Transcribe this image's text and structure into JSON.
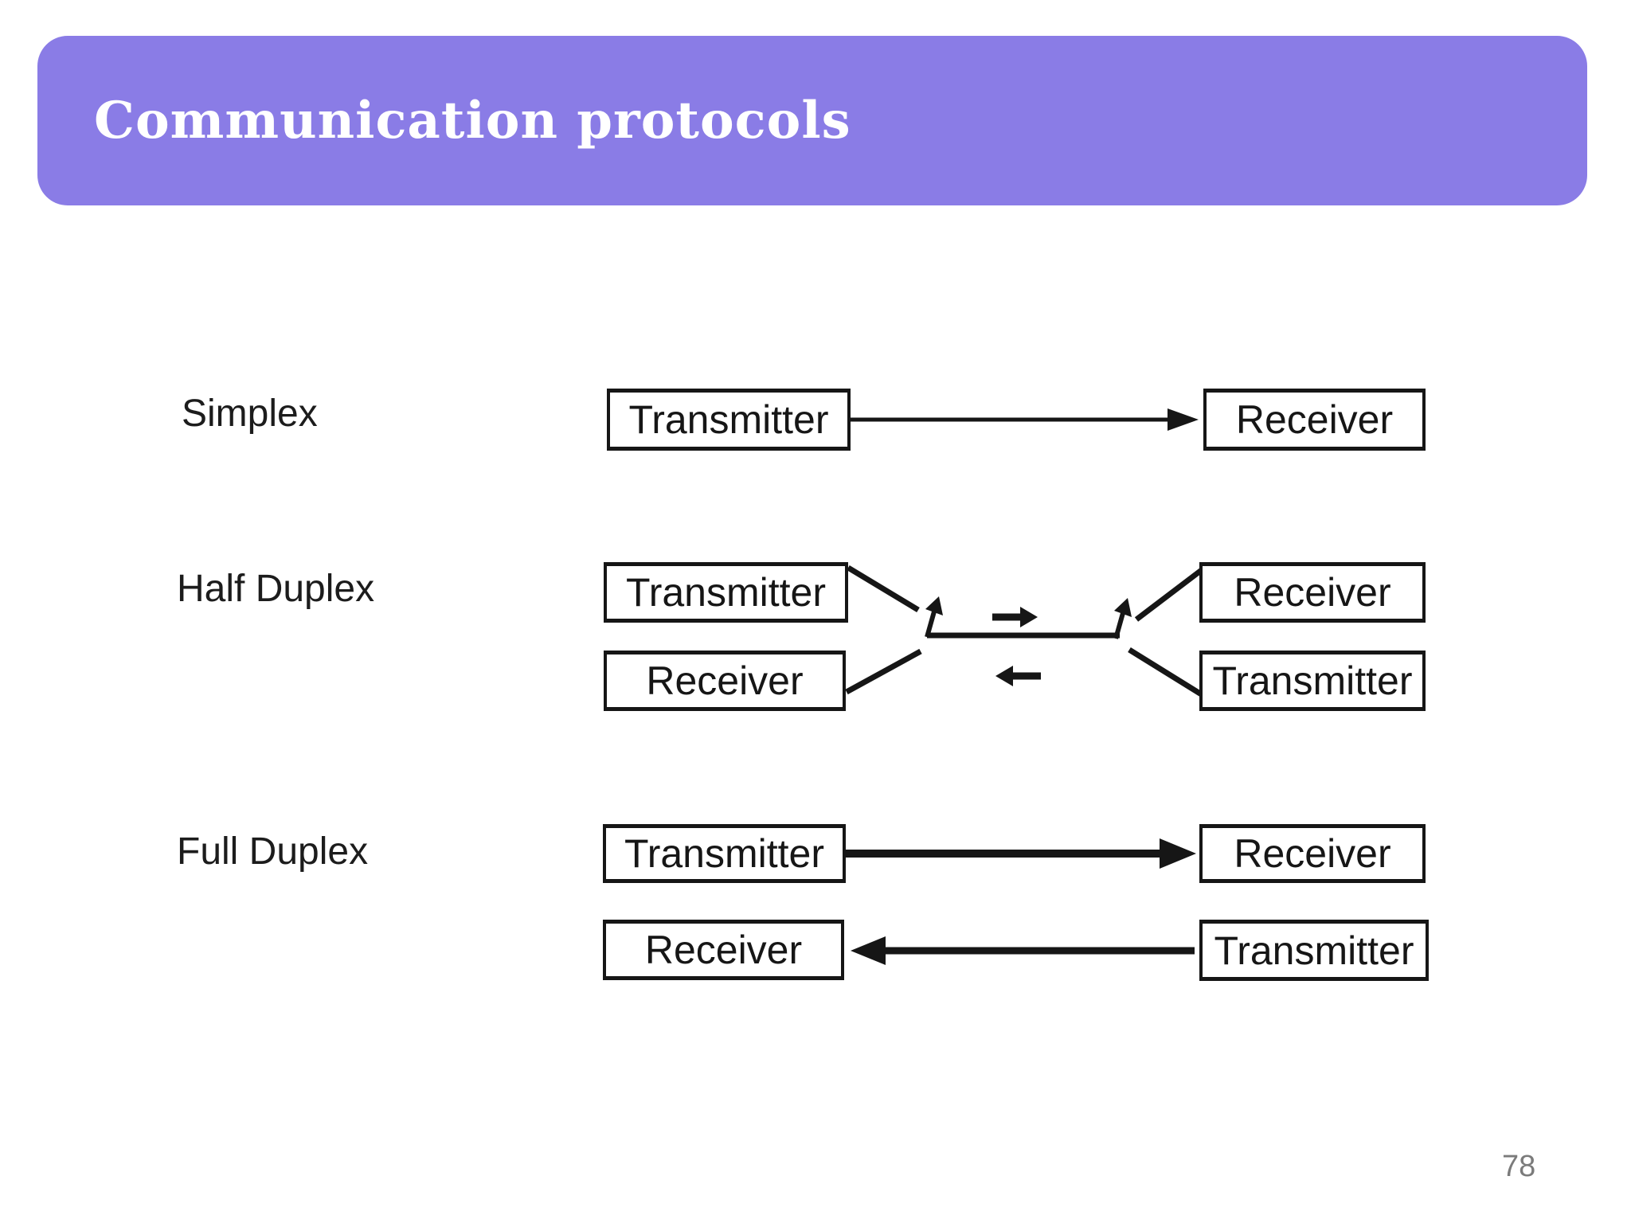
{
  "slide": {
    "title": "Communication protocols",
    "page_number": "78"
  },
  "colors": {
    "background": "#ffffff",
    "banner": "#8a7ce6",
    "title_text": "#ffffff",
    "diagram_ink": "#161616",
    "page_number": "#7b7b7b"
  },
  "diagram": {
    "rows": [
      {
        "label": "Simplex",
        "boxes": {
          "left_top": "Transmitter",
          "right_top": "Receiver"
        }
      },
      {
        "label": "Half Duplex",
        "boxes": {
          "left_top": "Transmitter",
          "left_bottom": "Receiver",
          "right_top": "Receiver",
          "right_bottom": "Transmitter"
        }
      },
      {
        "label": "Full Duplex",
        "boxes": {
          "left_top": "Transmitter",
          "left_bottom": "Receiver",
          "right_top": "Receiver",
          "right_bottom": "Transmitter"
        }
      }
    ]
  }
}
